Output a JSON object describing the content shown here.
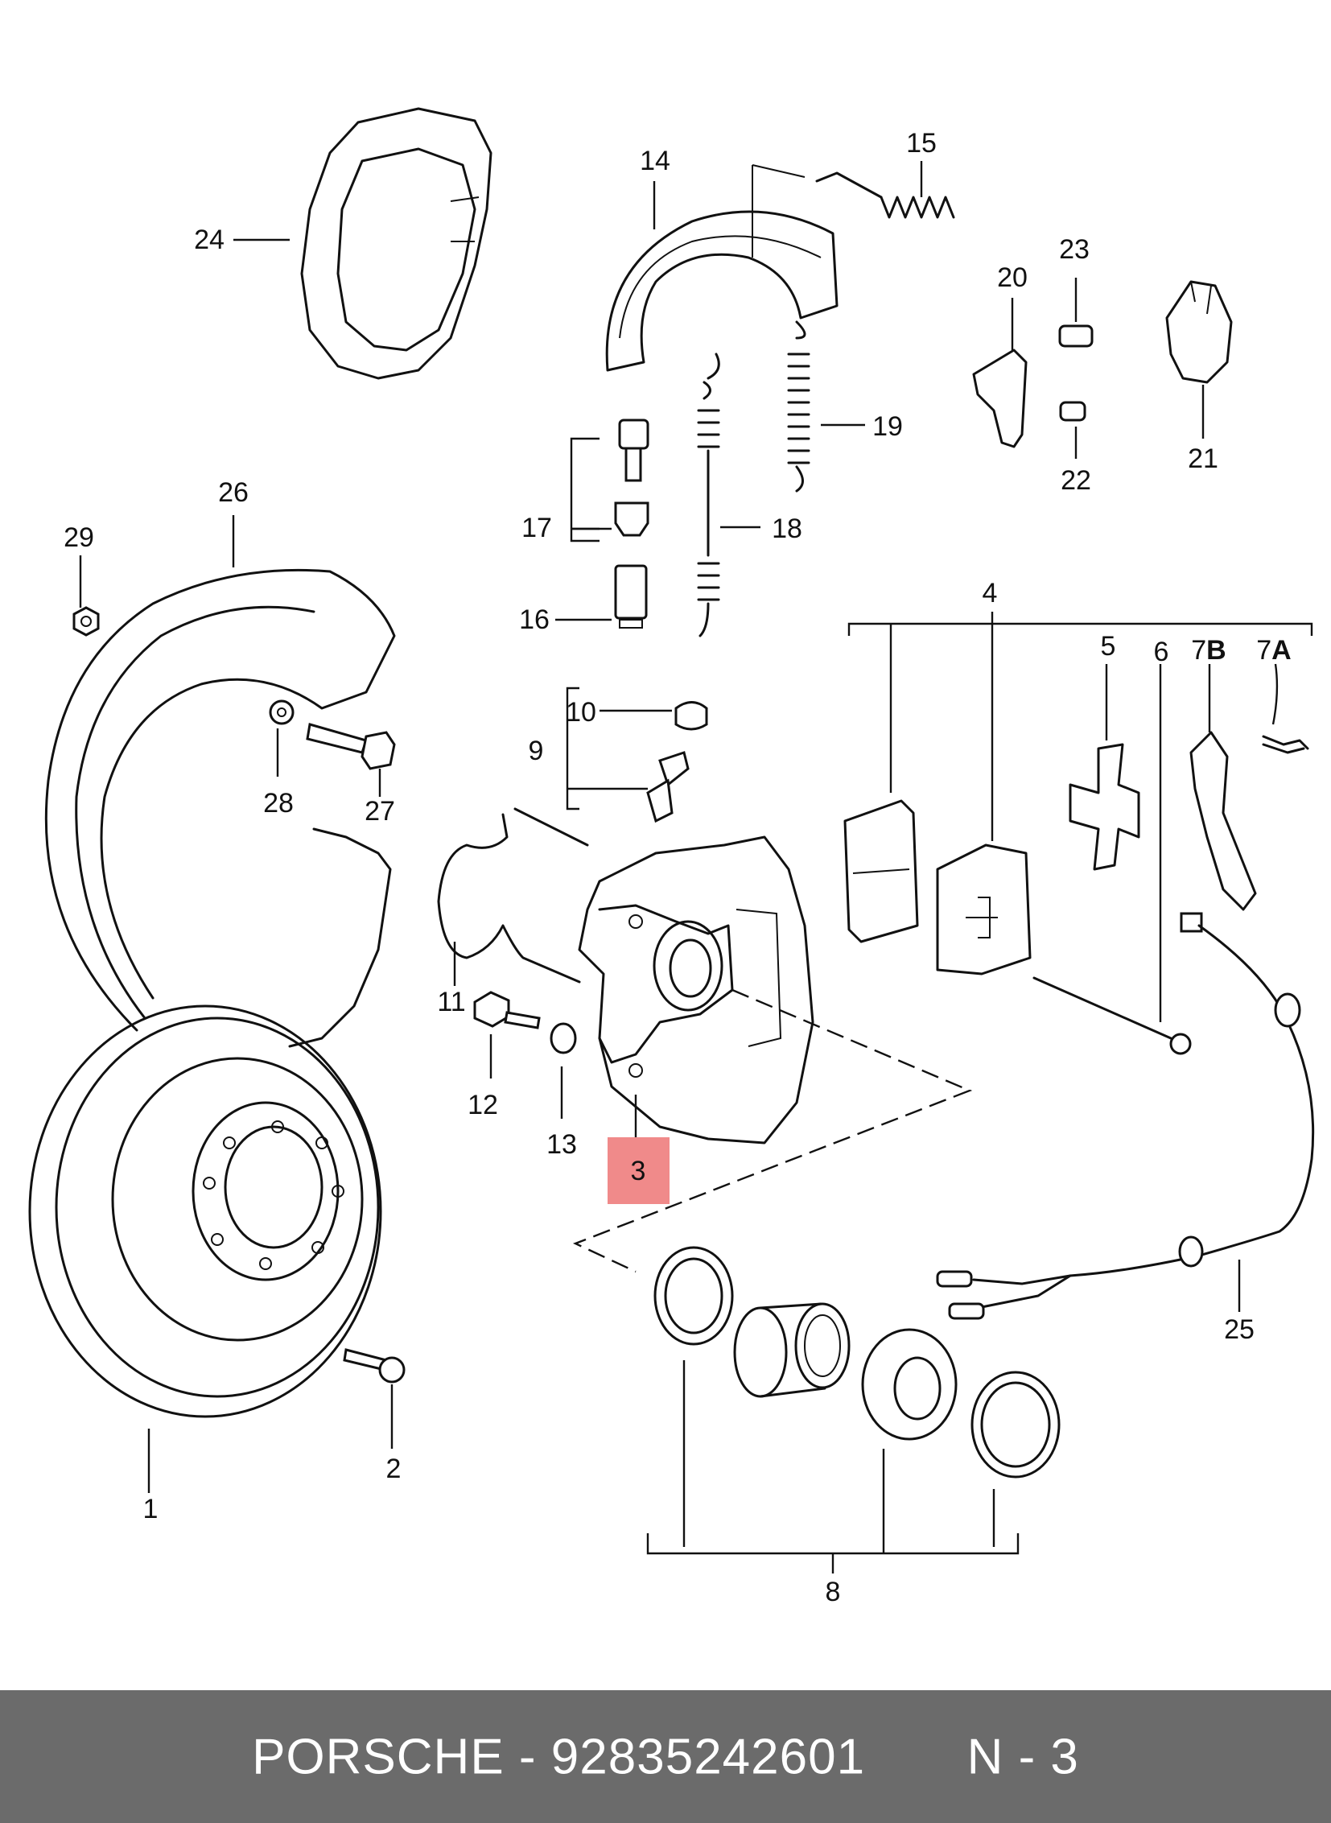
{
  "diagram": {
    "highlighted_part": "3",
    "labels": {
      "l1": "1",
      "l2": "2",
      "l3": "3",
      "l4": "4",
      "l5": "5",
      "l6": "6",
      "l7b_num": "7",
      "l7b_letter": "B",
      "l7a_num": "7",
      "l7a_letter": "A",
      "l8": "8",
      "l9": "9",
      "l10": "10",
      "l11": "11",
      "l12": "12",
      "l13": "13",
      "l14": "14",
      "l15": "15",
      "l16": "16",
      "l17": "17",
      "l18": "18",
      "l19": "19",
      "l20": "20",
      "l21": "21",
      "l22": "22",
      "l23": "23",
      "l24": "24",
      "l25": "25",
      "l26": "26",
      "l27": "27",
      "l28": "28",
      "l29": "29"
    }
  },
  "footer": {
    "brand": "PORSCHE",
    "separator": "-",
    "part_number": "92835242601",
    "position": "N - 3"
  }
}
